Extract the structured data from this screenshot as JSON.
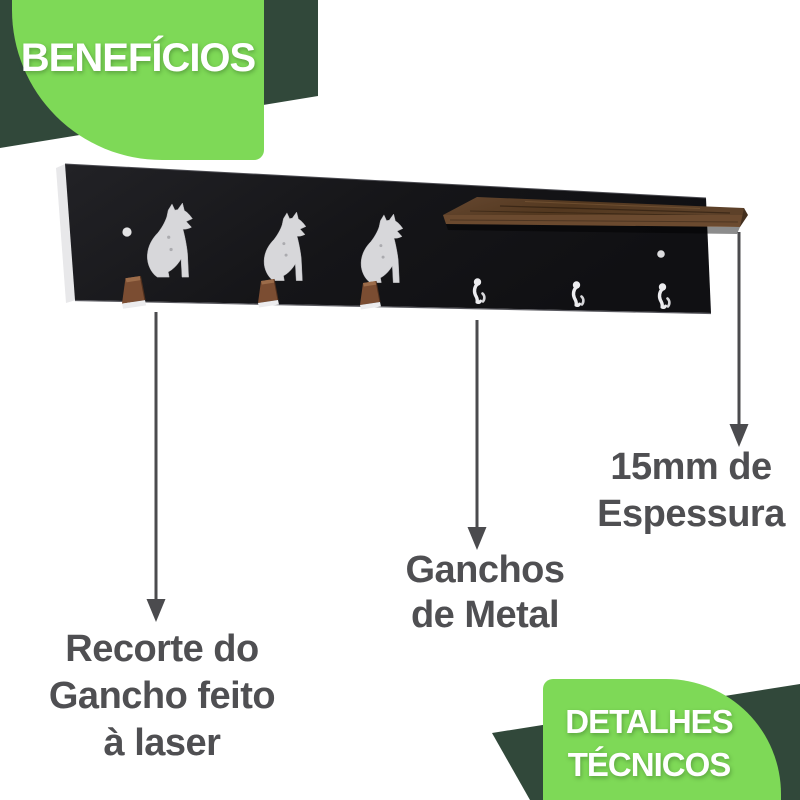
{
  "badge_top_left": {
    "label": "BENEFÍCIOS"
  },
  "badge_bottom_right": {
    "line1": "DETALHES",
    "line2": "TÉCNICOS"
  },
  "annotations": {
    "laser_cut": {
      "line1": "Recorte do",
      "line2": "Gancho feito",
      "line3": "à laser"
    },
    "metal_hooks": {
      "line1": "Ganchos",
      "line2": "de Metal"
    },
    "thickness": {
      "line1": "15mm de",
      "line2": "Espessura"
    }
  },
  "product": {
    "dog_silhouette_count": 3,
    "metal_hook_count": 3,
    "wood_peg_hook_count": 3,
    "shelf_count": 1
  },
  "icons": {
    "dog": "dog-silhouette-icon",
    "metal_hook": "metal-hook-icon",
    "wood_peg": "wood-peg-hook-icon",
    "arrow": "down-arrow-icon"
  },
  "colors": {
    "accent_green": "#7ed957",
    "dark_green": "#31483a",
    "label_gray": "#4f4f52",
    "arrow_gray": "#4b4b4e",
    "panel_black": "#17171a",
    "wood_brown": "#5d4129",
    "silhouette_white": "#d7d7da",
    "background": "#ffffff"
  }
}
